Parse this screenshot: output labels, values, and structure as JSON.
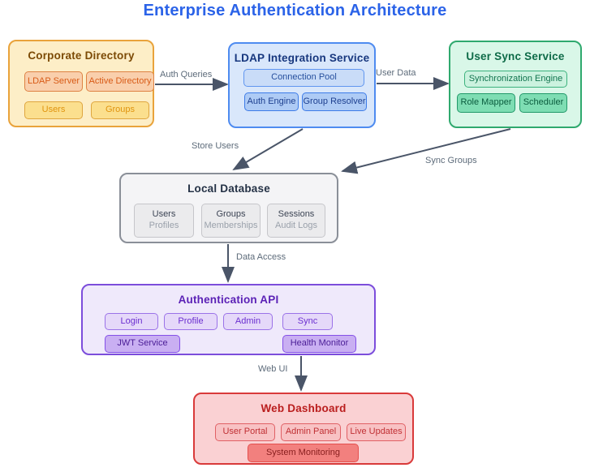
{
  "title": "Enterprise Authentication Architecture",
  "colors": {
    "title_text": "#2b63e8",
    "arrow": "#4a5568",
    "arrow_label_text": "#5d6b7a",
    "corporate_accent": "#e9a33b",
    "ldap_accent": "#4e8bf0",
    "usersync_accent": "#2fa96e",
    "localdb_accent": "#8a8f98",
    "authapi_accent": "#7c4ddb",
    "webdash_accent": "#d93a3a"
  },
  "groups": {
    "corporate": {
      "title": "Corporate Directory",
      "nodes": {
        "ldap_server": "LDAP Server",
        "active_directory": "Active Directory",
        "users": "Users",
        "groups": "Groups"
      }
    },
    "ldap": {
      "title": "LDAP Integration Service",
      "nodes": {
        "connection_pool": "Connection Pool",
        "auth_engine": "Auth Engine",
        "group_resolver": "Group Resolver"
      }
    },
    "usersync": {
      "title": "User Sync Service",
      "nodes": {
        "sync_engine": "Synchronization Engine",
        "role_mapper": "Role Mapper",
        "scheduler": "Scheduler"
      }
    },
    "localdb": {
      "title": "Local Database",
      "nodes": {
        "users": {
          "line1": "Users",
          "line2": "Profiles"
        },
        "groups": {
          "line1": "Groups",
          "line2": "Memberships"
        },
        "sessions": {
          "line1": "Sessions",
          "line2": "Audit Logs"
        }
      }
    },
    "authapi": {
      "title": "Authentication API",
      "nodes": {
        "login": "Login",
        "profile": "Profile",
        "admin": "Admin",
        "sync": "Sync",
        "jwt_service": "JWT Service",
        "health_monitor": "Health Monitor"
      }
    },
    "webdash": {
      "title": "Web Dashboard",
      "nodes": {
        "user_portal": "User Portal",
        "admin_panel": "Admin Panel",
        "live_updates": "Live Updates",
        "system_monitoring": "System Monitoring"
      }
    }
  },
  "arrows": {
    "auth_queries": "Auth Queries",
    "user_data": "User Data",
    "store_users": "Store Users",
    "sync_groups": "Sync Groups",
    "data_access": "Data Access",
    "web_ui": "Web UI"
  }
}
